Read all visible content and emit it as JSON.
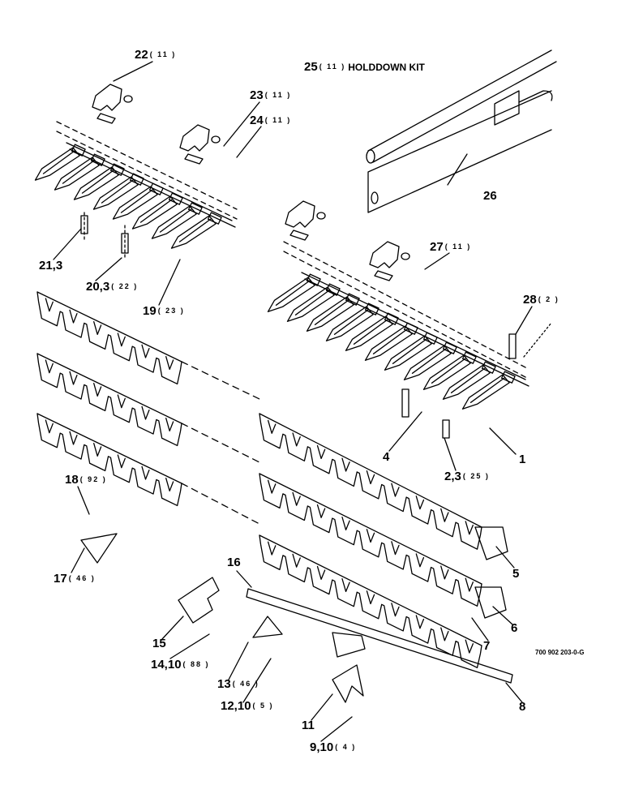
{
  "diagram": {
    "kit_label": {
      "num": "25",
      "qty": "( 11 )",
      "text": "HOLDDOWN KIT"
    },
    "doc_number": "700 902 203-0-G",
    "callouts": [
      {
        "id": "c22",
        "num": "22",
        "qty": "( 11 )"
      },
      {
        "id": "c23",
        "num": "23",
        "qty": "( 11 )"
      },
      {
        "id": "c24",
        "num": "24",
        "qty": "( 11 )"
      },
      {
        "id": "c26",
        "num": "26",
        "qty": ""
      },
      {
        "id": "c27",
        "num": "27",
        "qty": "( 11 )"
      },
      {
        "id": "c28",
        "num": "28",
        "qty": "( 2 )"
      },
      {
        "id": "c21",
        "num": "21,3",
        "qty": ""
      },
      {
        "id": "c20",
        "num": "20,3",
        "qty": "( 22 )"
      },
      {
        "id": "c19",
        "num": "19",
        "qty": "( 23 )"
      },
      {
        "id": "c4",
        "num": "4",
        "qty": ""
      },
      {
        "id": "c1",
        "num": "1",
        "qty": ""
      },
      {
        "id": "c2",
        "num": "2,3",
        "qty": "( 25 )"
      },
      {
        "id": "c18",
        "num": "18",
        "qty": "( 92 )"
      },
      {
        "id": "c17",
        "num": "17",
        "qty": "( 46 )"
      },
      {
        "id": "c5",
        "num": "5",
        "qty": ""
      },
      {
        "id": "c16",
        "num": "16",
        "qty": ""
      },
      {
        "id": "c6",
        "num": "6",
        "qty": ""
      },
      {
        "id": "c7",
        "num": "7",
        "qty": ""
      },
      {
        "id": "c15",
        "num": "15",
        "qty": ""
      },
      {
        "id": "c14",
        "num": "14,10",
        "qty": "( 88 )"
      },
      {
        "id": "c13",
        "num": "13",
        "qty": "( 46 )"
      },
      {
        "id": "c12",
        "num": "12,10",
        "qty": "( 5 )"
      },
      {
        "id": "c11",
        "num": "11",
        "qty": ""
      },
      {
        "id": "c9",
        "num": "9,10",
        "qty": "( 4 )"
      },
      {
        "id": "c8",
        "num": "8",
        "qty": ""
      }
    ]
  }
}
